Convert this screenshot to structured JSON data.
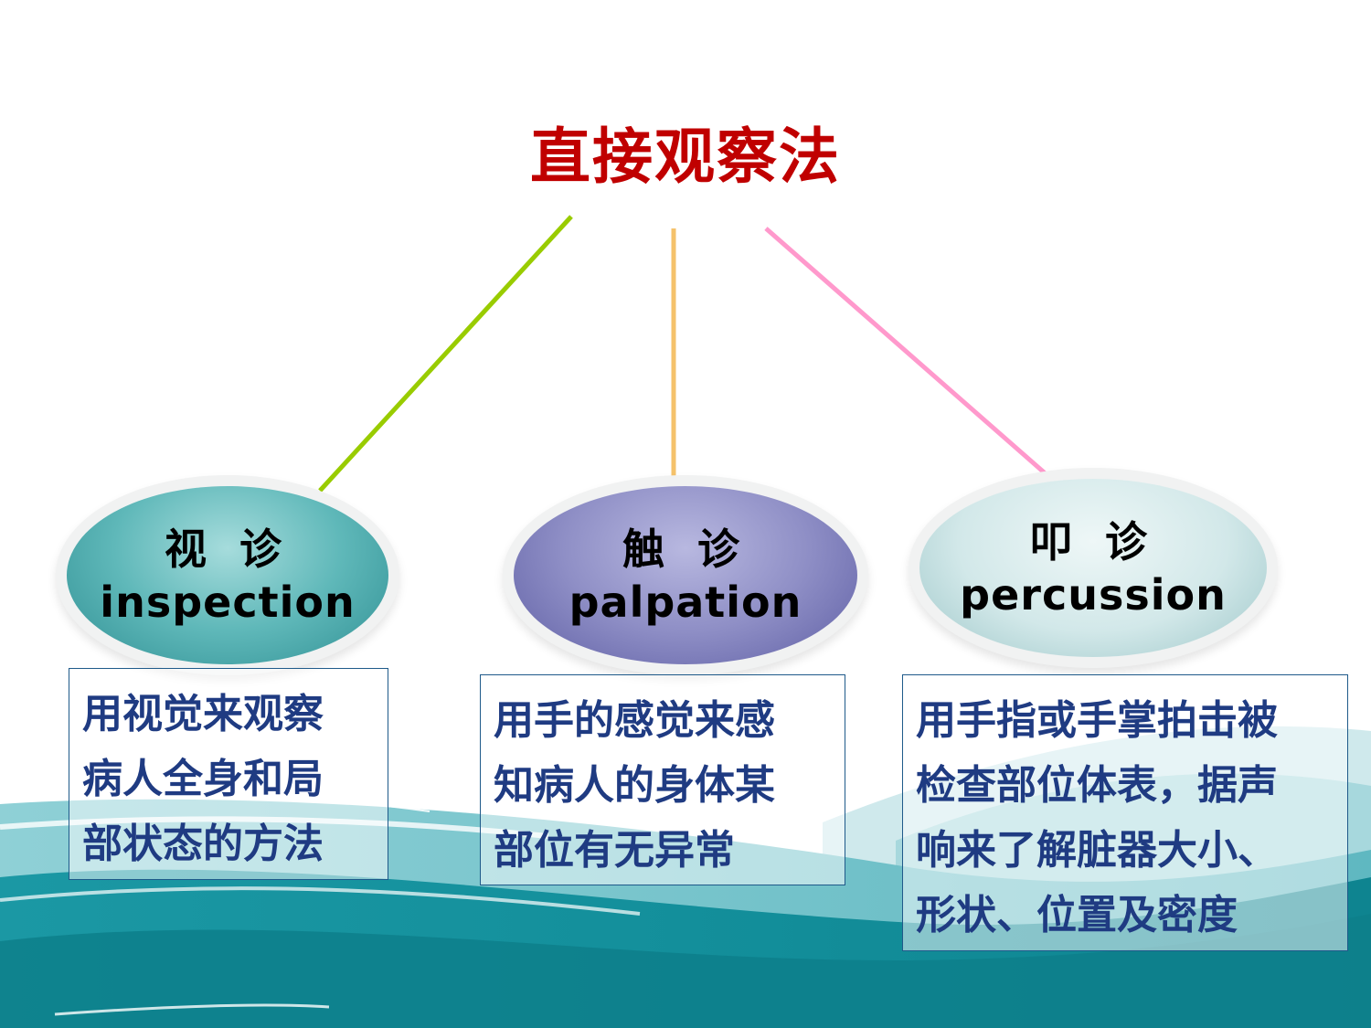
{
  "title": "直接观察法",
  "colors": {
    "title": "#c00000",
    "line_left": "#99cc00",
    "line_mid": "#f5c26b",
    "line_right": "#ff99cc",
    "box_text": "#1f3b82"
  },
  "methods": [
    {
      "cn": "视 诊",
      "en": "inspection",
      "desc_lines": [
        "用视觉来观察",
        "病人全身和局",
        "部状态的方法"
      ]
    },
    {
      "cn": "触 诊",
      "en": "palpation",
      "desc_lines": [
        "用手的感觉来感",
        "知病人的身体某",
        "部位有无异常"
      ]
    },
    {
      "cn": "叩 诊",
      "en": "percussion",
      "desc_lines": [
        "用手指或手掌拍击被",
        "检查部位体表，据声",
        "响来了解脏器大小、",
        "形状、位置及密度"
      ]
    }
  ]
}
